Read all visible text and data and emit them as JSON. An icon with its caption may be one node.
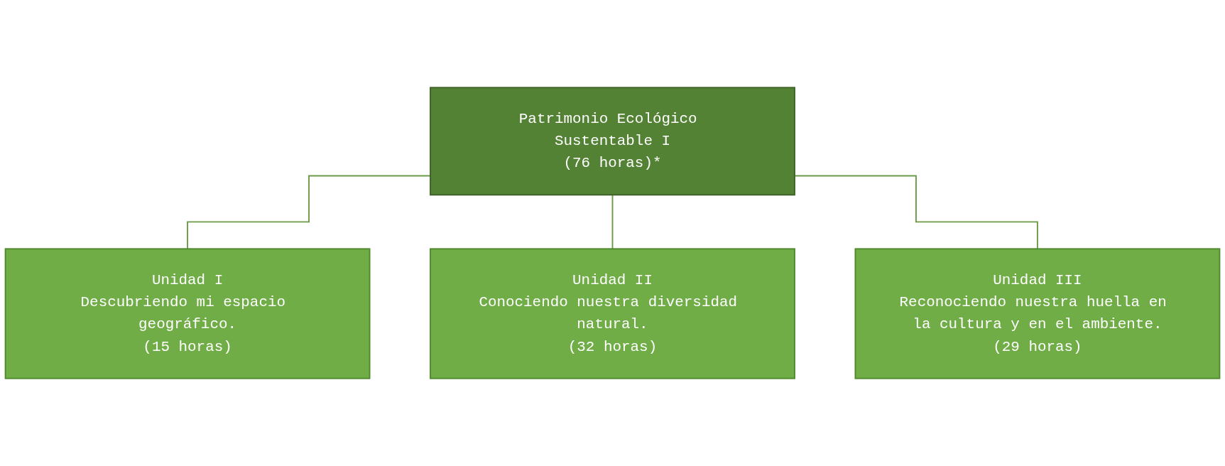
{
  "diagram": {
    "nodes": [
      {
        "text": [
          "Patrimonio Ecológico Sustentable I",
          "(76 horas)*"
        ]
      },
      {
        "text": [
          "Unidad I",
          "Descubriendo mi espacio geográfico.",
          "(15 horas)"
        ]
      },
      {
        "text": [
          "Unidad II",
          "Conociendo nuestra diversidad natural.",
          "(32 horas)"
        ]
      },
      {
        "text": [
          "Unidad III",
          "Reconociendo nuestra huella en la cultura y en el ambiente.",
          "(29 horas)"
        ]
      }
    ],
    "edges": [
      {
        "from": 0,
        "to": 1,
        "arrow": "none"
      },
      {
        "from": 0,
        "to": 2,
        "arrow": "none"
      },
      {
        "from": 0,
        "to": 3,
        "arrow": "none"
      }
    ]
  }
}
